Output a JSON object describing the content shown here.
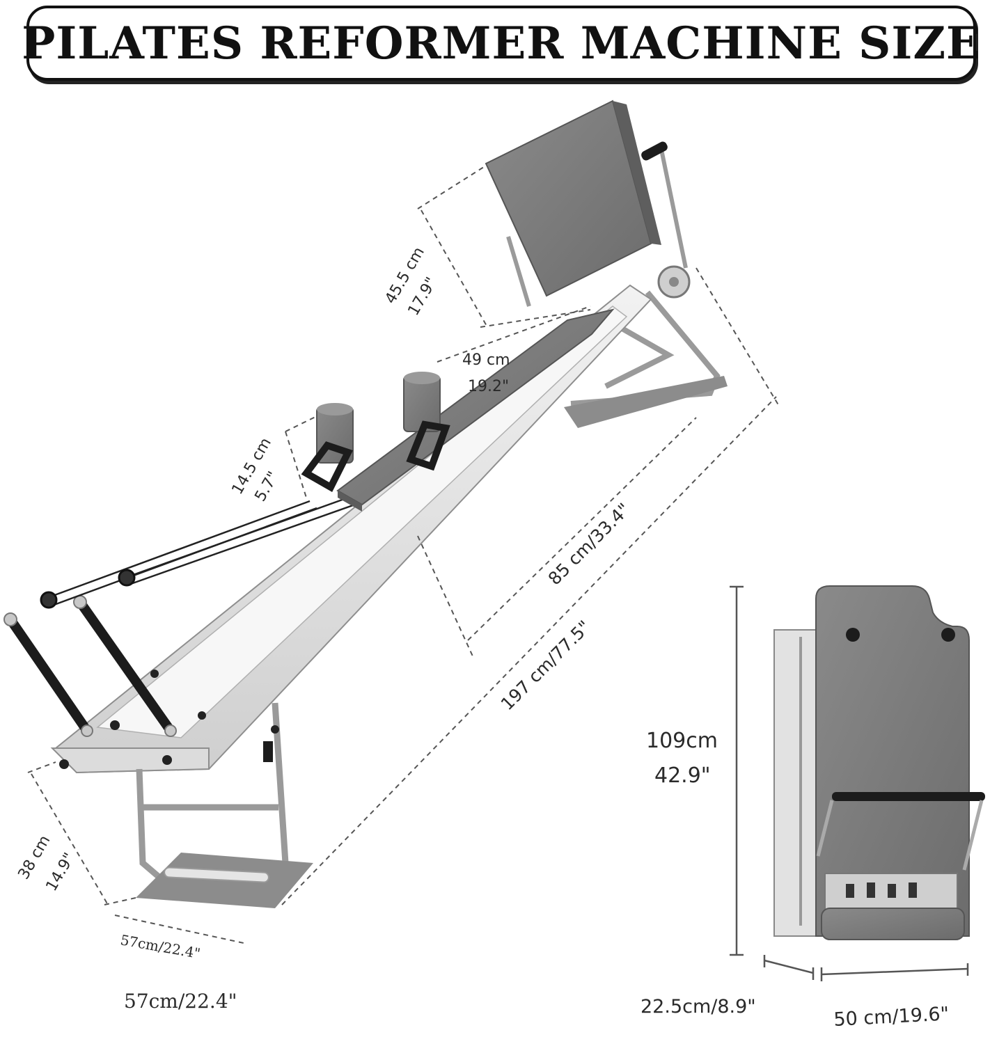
{
  "title": "PILATES REFORMER MACHINE SIZE",
  "dimensions": {
    "back_height_cm": "45.5 cm",
    "back_height_in": "17.9\"",
    "carriage_length_cm": "49 cm",
    "carriage_length_in": "19.2\"",
    "shoulder_block_cm": "14.5 cm",
    "shoulder_block_in": "5.7\"",
    "rail_length": "85 cm/33.4\"",
    "total_length": "197 cm/77.5\"",
    "front_height_cm": "38 cm",
    "front_height_in": "14.9\"",
    "foot_width": "57cm/22.4\"",
    "overall_width": "57cm/22.4\"",
    "folded_height_cm": "109cm",
    "folded_height_in": "42.9\"",
    "folded_depth": "22.5cm/8.9\"",
    "folded_width": "50 cm/19.6\""
  },
  "colors": {
    "frame": "#e4e4e4",
    "upholstery": "#7c7c7c",
    "dark": "#1c1c1c",
    "dimension_line": "#555555"
  }
}
